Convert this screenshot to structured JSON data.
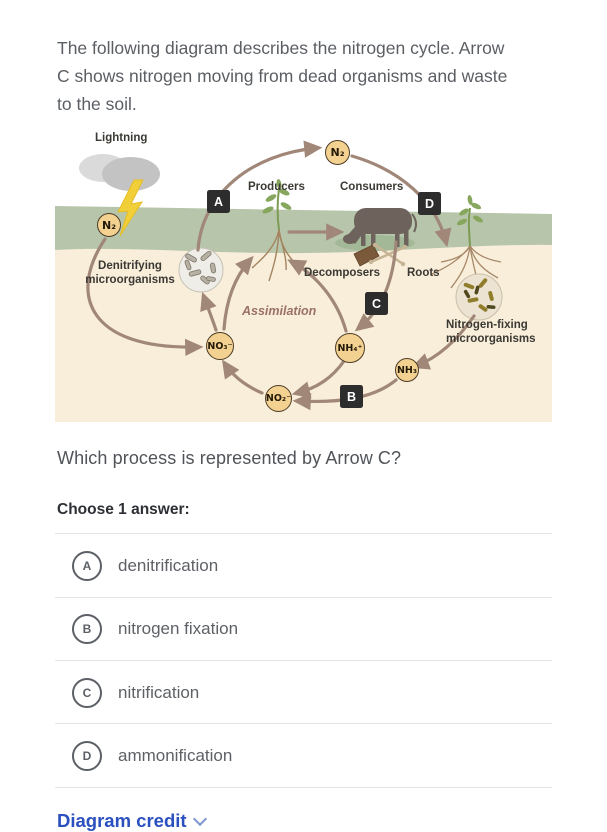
{
  "intro": "The following diagram describes the nitrogen cycle. Arrow\nC shows nitrogen moving from dead organisms and waste\nto the soil.",
  "diagram": {
    "labels": {
      "lightning": "Lightning",
      "producers": "Producers",
      "consumers": "Consumers",
      "decomposers": "Decomposers",
      "roots": "Roots",
      "denitrifying": "Denitrifying\nmicroorganisms",
      "nitrogen_fixing": "Nitrogen-fixing\nmicroorganisms",
      "assimilation": "Assimilation"
    },
    "arrow_labels": {
      "a": "A",
      "b": "B",
      "c": "C",
      "d": "D"
    },
    "molecules": {
      "n2_left": "N₂",
      "n2_top": "N₂",
      "no3": "NO₃⁻",
      "nh4": "NH₄⁺",
      "nh3": "NH₃",
      "no2": "NO₂⁻"
    },
    "colors": {
      "soil": "#f8eeda",
      "grass_band": "#b7c6ab",
      "molecule_fill": "#f3d291",
      "arrow": "#a18778",
      "label_box": "#2d2d2d",
      "lightning_bolt": "#f1cf39"
    }
  },
  "question": "Which process is represented by Arrow C?",
  "choose_label": "Choose 1 answer:",
  "choices": [
    {
      "letter": "A",
      "label": "denitrification"
    },
    {
      "letter": "B",
      "label": "nitrogen fixation"
    },
    {
      "letter": "C",
      "label": "nitrification"
    },
    {
      "letter": "D",
      "label": "ammonification"
    }
  ],
  "credit": {
    "label": "Diagram credit"
  }
}
